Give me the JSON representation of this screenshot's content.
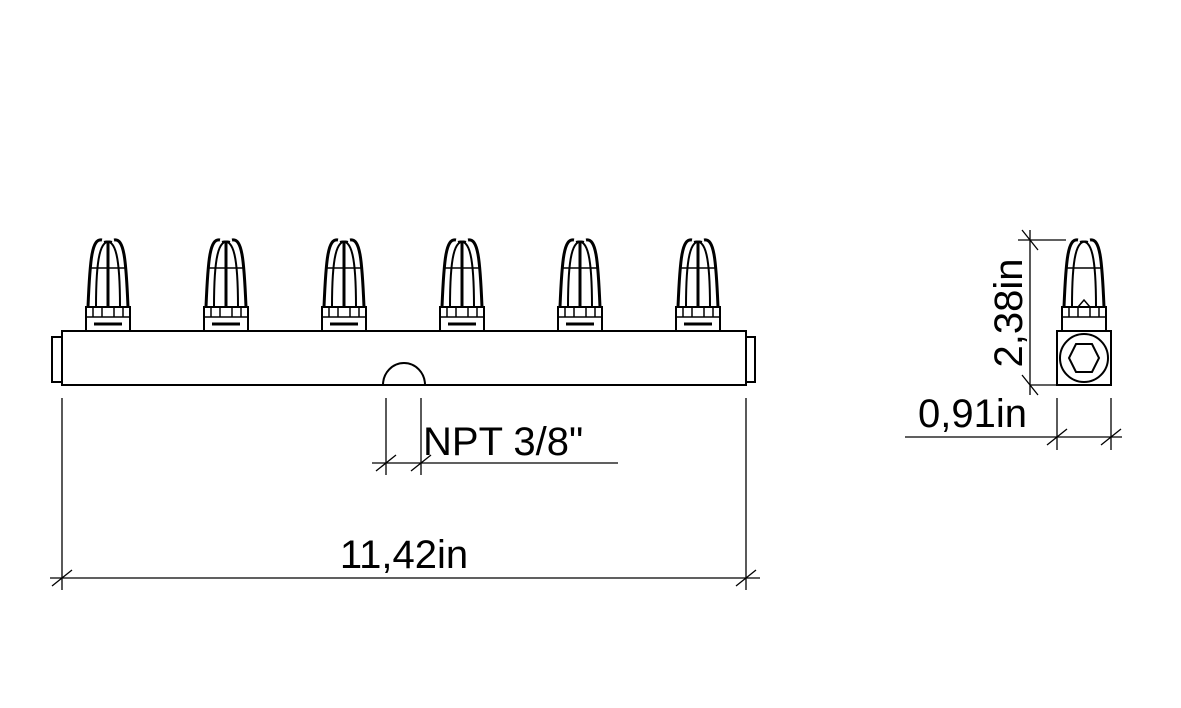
{
  "drawing": {
    "nozzle_count": 6,
    "dimensions": {
      "length": "11,42in",
      "port": "NPT 3/8\"",
      "height": "2,38in",
      "width": "0,91in"
    },
    "colors": {
      "line": "#000000",
      "background": "#ffffff"
    }
  }
}
